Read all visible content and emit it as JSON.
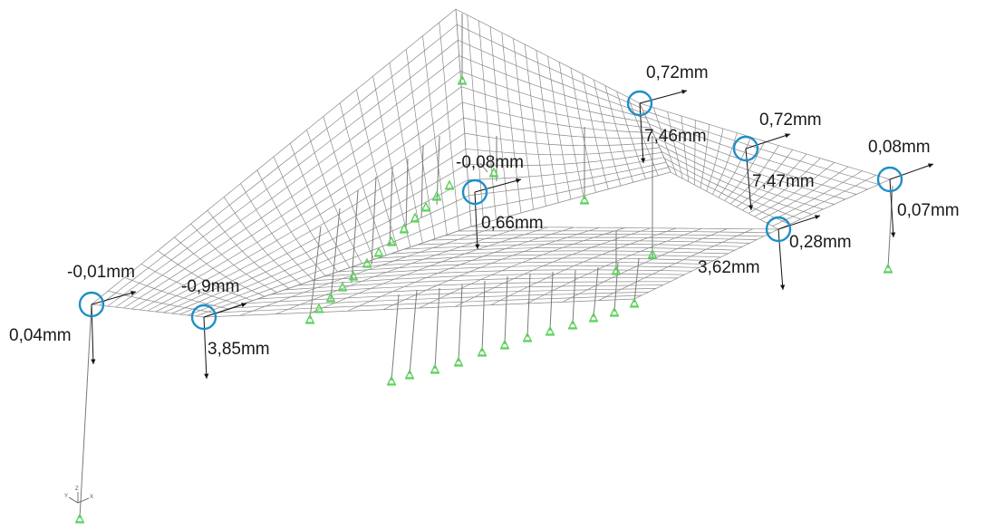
{
  "colors": {
    "mesh": "#8a8a8a",
    "marker": "#1e8fc8",
    "support": "#5fd35f",
    "arrow": "#111111",
    "text": "#1a1a1a"
  },
  "axis_triad_icon": "xyz-axis-triad-icon",
  "measurement_points": [
    {
      "id": "p1",
      "labels": [
        "-0,01mm",
        "0,04mm"
      ]
    },
    {
      "id": "p2",
      "labels": [
        "-0,9mm",
        "3,85mm"
      ]
    },
    {
      "id": "p3",
      "labels": [
        "-0,08mm",
        "0,66mm"
      ]
    },
    {
      "id": "p4",
      "labels": [
        "0,72mm",
        "7,46mm"
      ]
    },
    {
      "id": "p5",
      "labels": [
        "0,72mm",
        "7,47mm"
      ]
    },
    {
      "id": "p6",
      "labels": [
        "0,28mm",
        "3,62mm"
      ]
    },
    {
      "id": "p7",
      "labels": [
        "0,08mm",
        "0,07mm"
      ]
    }
  ]
}
